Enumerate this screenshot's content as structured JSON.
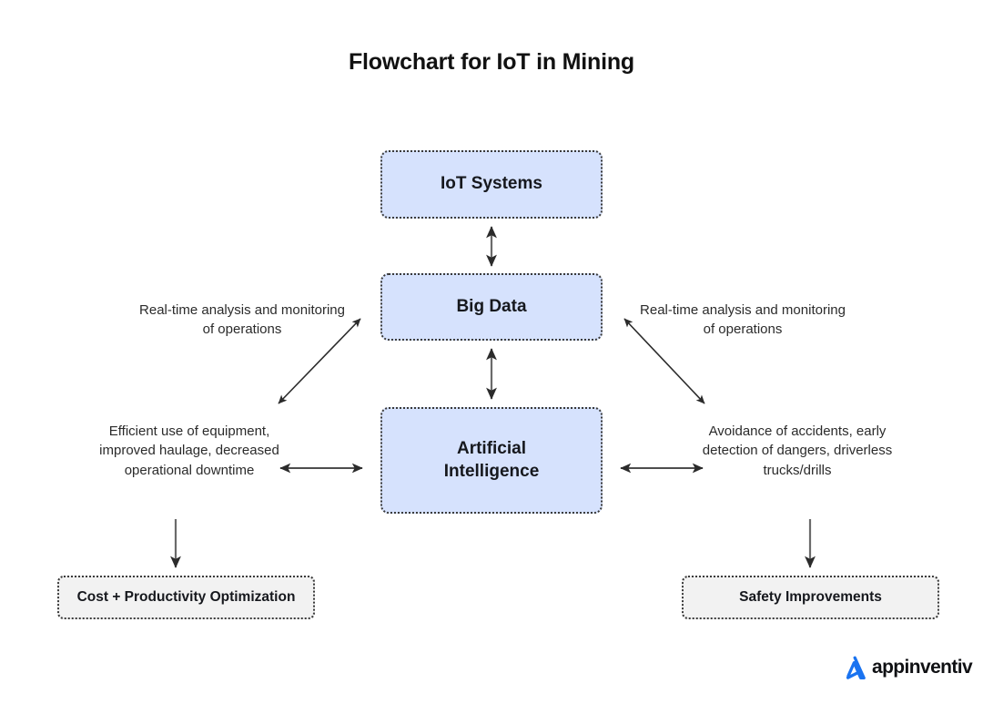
{
  "title": "Flowchart for IoT in Mining",
  "colors": {
    "primary_node_fill": "#d6e2fd",
    "outcome_node_fill": "#f2f2f2",
    "node_border": "#3a3a3a",
    "arrow": "#4d4d4d",
    "text": "#1a1a1a",
    "logo_blue": "#1a73f0",
    "background": "#ffffff"
  },
  "nodes": {
    "iot_systems": "IoT Systems",
    "big_data": "Big Data",
    "artificial_intelligence": "Artificial\nIntelligence",
    "artificial_intelligence_line1": "Artificial",
    "artificial_intelligence_line2": "Intelligence",
    "cost_optimization": "Cost + Productivity Optimization",
    "safety_improvements": "Safety Improvements"
  },
  "edge_labels": {
    "left_upper": "Real-time analysis and monitoring of operations",
    "right_upper": "Real-time analysis and monitoring of operations",
    "left_lower": "Efficient use of equipment, improved haulage, decreased operational downtime",
    "right_lower": "Avoidance of accidents, early detection of dangers, driverless trucks/drills"
  },
  "connections": [
    {
      "name": "iot-to-bigdata",
      "from": "IoT Systems",
      "to": "Big Data",
      "direction": "bidirectional",
      "orientation": "vertical"
    },
    {
      "name": "bigdata-to-ai",
      "from": "Big Data",
      "to": "Artificial Intelligence",
      "direction": "bidirectional",
      "orientation": "vertical"
    },
    {
      "name": "ai-to-bigdata-left",
      "from": "Artificial Intelligence",
      "to": "Big Data",
      "direction": "bidirectional",
      "orientation": "diagonal-left"
    },
    {
      "name": "ai-to-bigdata-right",
      "from": "Artificial Intelligence",
      "to": "Big Data",
      "direction": "bidirectional",
      "orientation": "diagonal-right"
    },
    {
      "name": "ai-left-benefit",
      "from": "Artificial Intelligence",
      "to": "Efficient use of equipment",
      "direction": "bidirectional",
      "orientation": "horizontal"
    },
    {
      "name": "ai-right-benefit",
      "from": "Artificial Intelligence",
      "to": "Avoidance of accidents",
      "direction": "bidirectional",
      "orientation": "horizontal"
    },
    {
      "name": "to-cost-optimization",
      "from": "Efficient use of equipment",
      "to": "Cost + Productivity Optimization",
      "direction": "single",
      "orientation": "vertical"
    },
    {
      "name": "to-safety-improvements",
      "from": "Avoidance of accidents",
      "to": "Safety Improvements",
      "direction": "single",
      "orientation": "vertical"
    }
  ],
  "branding": {
    "logo_text": "appinventiv"
  }
}
